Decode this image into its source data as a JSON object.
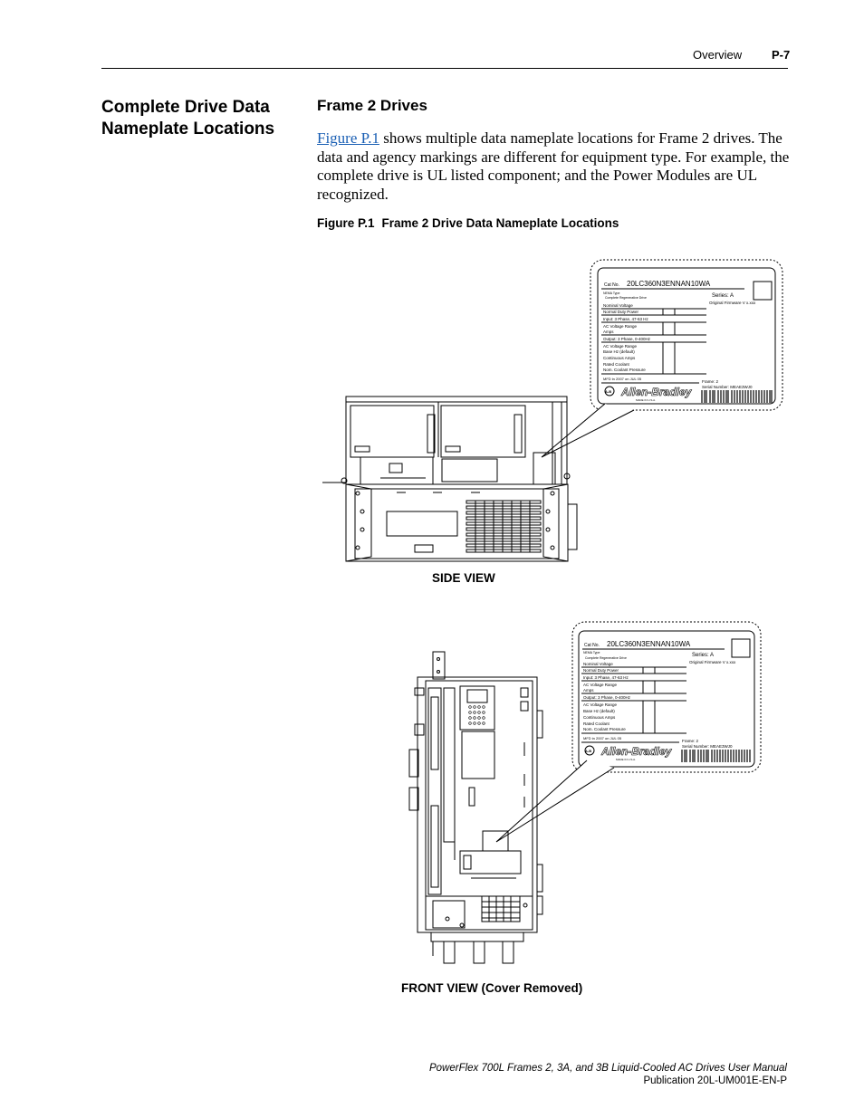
{
  "header": {
    "section": "Overview",
    "page": "P-7"
  },
  "side_heading": "Complete Drive Data Nameplate Locations",
  "subheading": "Frame 2 Drives",
  "body": {
    "link_text": "Figure P.1",
    "text": " shows multiple data nameplate locations for Frame 2 drives. The data and agency markings are different for equipment type. For example, the complete drive is UL listed component; and the Power Modules are UL recognized."
  },
  "figure": {
    "number": "Figure P.1",
    "title": "Frame 2 Drive Data Nameplate Locations",
    "side_view_label": "SIDE VIEW",
    "front_view_label": "FRONT VIEW (Cover Removed)"
  },
  "nameplate": {
    "cat_no_label": "Cat No.",
    "cat_no": "20LC360N3ENNAN10WA",
    "nema_type": "NEMA Type",
    "description": "Complete Regenerative Drive",
    "nominal_voltage": "Nominal Voltage",
    "normal_duty_power": "Normal Duty Power",
    "input": "Input: 3 Phase, 47-63 Hz",
    "ac_voltage_range": "AC Voltage Range",
    "amps": "Amps",
    "output": "Output: 3 Phase, 0-400Hz",
    "base_hz": "Base Hz (default)",
    "continuous_amps": "Continuous Amps",
    "rated_coolant": "Rated Coolant",
    "nom_coolant_pressure": "Nom. Coolant Pressure",
    "mfd": "MFD in 2007 on JUL 05",
    "series": "Series: A",
    "firmware": "Original Firmware V x.xxx",
    "frame": "Frame: 2",
    "serial": "Serial Number: MEAE3WJ0",
    "brand": "Allen-Bradley",
    "made_in": "MADE IN U.S.A."
  },
  "footer": {
    "manual": "PowerFlex 700L Frames 2, 3A, and 3B Liquid-Cooled AC Drives User Manual",
    "publication": "Publication 20L-UM001E-EN-P"
  }
}
